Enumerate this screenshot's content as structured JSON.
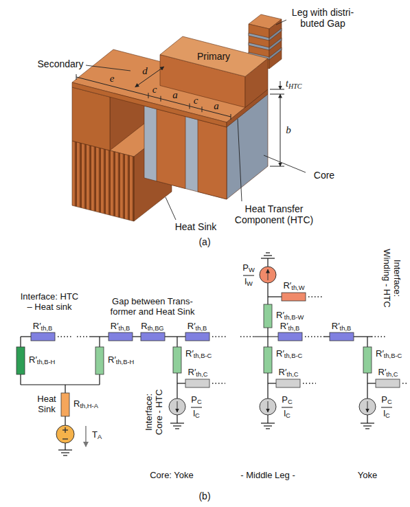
{
  "diagram": {
    "labels": [
      "Primary",
      "Leg with distri- buted Gap",
      "Secondary",
      "e",
      "c",
      "a",
      "c",
      "a",
      "d",
      "tHTC",
      "b",
      "Core",
      "Heat Transfer Component (HTC)",
      "Heat Sink",
      "(a)",
      "Interface: HTC – Heat sink",
      "Gap between Trans- former and Heat Sink",
      "Interface: Winding - HTC",
      "PW",
      "lW",
      "R′th,W",
      "R′th,B-W",
      "R′th,B",
      "R′th,B",
      "Rth,BG",
      "R′th,B",
      "R′th,B",
      "R′th,B",
      "R′th,B-H",
      "R′th,B-H",
      "R′th,B-C",
      "R′th,B-C",
      "R′th,B-C",
      "R′th,C",
      "R′th,C",
      "R′th,C",
      "Heat Sink",
      "Rth,H-A",
      "TA",
      "Interface: Core - HTC",
      "PC",
      "lC",
      "PC",
      "lC",
      "PC",
      "lC",
      "Core: Yoke",
      "- Middle Leg -",
      "Yoke",
      "(b)"
    ]
  }
}
